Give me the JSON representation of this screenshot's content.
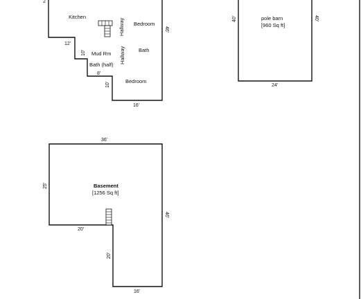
{
  "main_floor": {
    "rooms": {
      "kitchen": "Kitchen",
      "bedroom_top": "Bedroom",
      "hallway_top": "Hallway",
      "mud_rm": "Mud Rm",
      "bath": "Bath",
      "hallway_mid": "Hallway",
      "bath_half": "Bath (half)",
      "bedroom_bottom": "Bedroom"
    },
    "dims": {
      "top_left_partial": "2",
      "d12": "12'",
      "d10a": "10'",
      "d8": "8'",
      "d10b": "10'",
      "d16": "16'",
      "d46": "46'"
    }
  },
  "pole_barn": {
    "title": "pole barn",
    "area": "[960 Sq ft]",
    "dims": {
      "left": "40'",
      "right": "40'",
      "bottom": "24'"
    }
  },
  "basement": {
    "title": "Basement",
    "area": "[1256 Sq ft]",
    "dims": {
      "top": "36'",
      "left": "25'",
      "d20h": "20'",
      "d20v": "20'",
      "right": "46'",
      "bottom": "16'"
    }
  }
}
